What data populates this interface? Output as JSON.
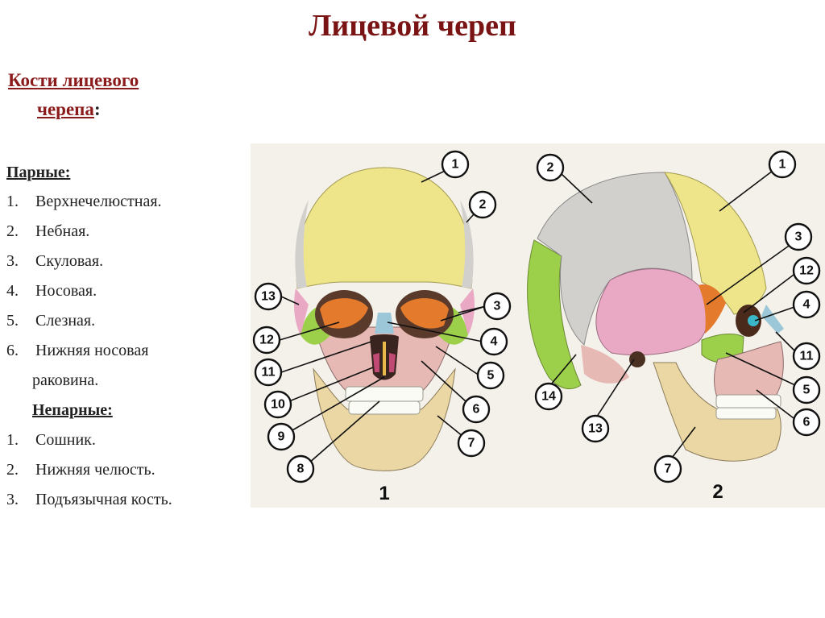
{
  "title": "Лицевой череп",
  "subtitle": {
    "part1": "Кости лицевого",
    "part2": "черепа",
    "colon": ":"
  },
  "paired": {
    "header": "Парные:",
    "items": [
      {
        "num": "1.",
        "text": "Верхнечелюстная."
      },
      {
        "num": "2.",
        "text": "Небная."
      },
      {
        "num": "3.",
        "text": "Скуловая."
      },
      {
        "num": "4.",
        "text": "Носовая."
      },
      {
        "num": "5.",
        "text": "Слезная."
      },
      {
        "num": "6.",
        "text": "Нижняя носовая"
      }
    ],
    "continuation": "раковина."
  },
  "unpaired": {
    "header": "Непарные:",
    "items": [
      {
        "num": "1.",
        "text": "Сошник."
      },
      {
        "num": "2.",
        "text": "Нижняя челюсть."
      },
      {
        "num": "3.",
        "text": "Подъязычная кость."
      }
    ]
  },
  "figure": {
    "frontal_callouts": [
      "1",
      "2",
      "13",
      "3",
      "12",
      "4",
      "11",
      "5",
      "10",
      "6",
      "9",
      "7",
      "8"
    ],
    "lateral_callouts": [
      "2",
      "1",
      "3",
      "12",
      "4",
      "11",
      "5",
      "6",
      "14",
      "13",
      "7"
    ],
    "panel_labels": [
      "1",
      "2"
    ]
  },
  "colors": {
    "title": "#7a1414",
    "frontal_bone": "#eee58a",
    "parietal_bone": "#d2d0cc",
    "temporal_bone": "#e9a9c4",
    "occipital_bone": "#9ccf4a",
    "mandible": "#ebd7a3",
    "maxilla": "#e6b9b4",
    "zygomatic": "#9ccf4a",
    "sphenoid": "#e47a2c"
  }
}
